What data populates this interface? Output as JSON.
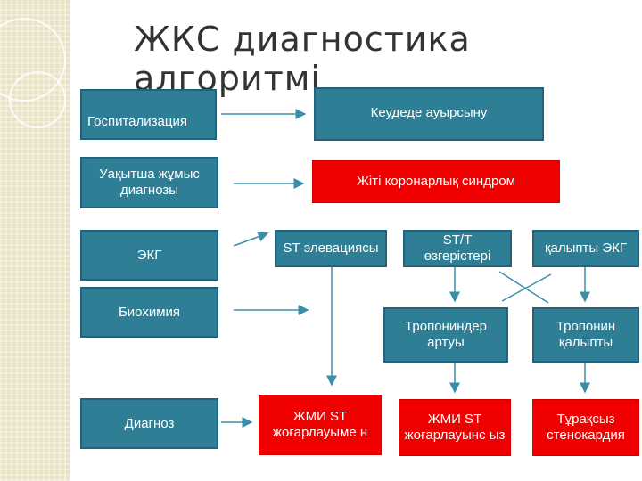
{
  "title": "ЖКС диагностика алгоритмі",
  "colors": {
    "teal": "#2e7f95",
    "red": "#f00000",
    "arrow": "#3a8fa8"
  },
  "left_column": {
    "hosp": "Госпитализация",
    "diag_work": "Уақытша жұмыс диагнозы",
    "ecg": "ЭКГ",
    "biochem": "Биохимия",
    "diagnosis": "Диагноз"
  },
  "right": {
    "chest_pain": "Кеудеде ауырсыну",
    "acs": "Жіті коронарлық синдром",
    "st_elev": "ST элевациясы",
    "st_t": "ST/T өзгерістері",
    "normal_ecg": "қалыпты ЭКГ",
    "troponin_up": "Тропониндер артуы",
    "troponin_normal": "Тропонин қалыпты",
    "stemi": "ЖМИ ST жоғарлауыме н",
    "nstemi": "ЖМИ ST жоғарлауынс ыз",
    "unstable_angina": "Тұрақсыз стенокардия"
  }
}
